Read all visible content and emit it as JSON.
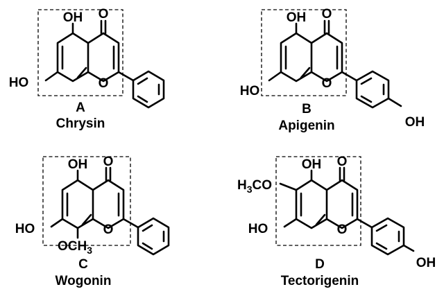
{
  "compounds": [
    {
      "letter": "A",
      "name": "Chrysin",
      "atoms": {
        "oh5": "OH",
        "o4": "O",
        "ho7": "HO",
        "o1": "O"
      }
    },
    {
      "letter": "B",
      "name": "Apigenin",
      "atoms": {
        "oh5": "OH",
        "o4": "O",
        "ho7": "HO",
        "o1": "O",
        "oh4p": "OH"
      }
    },
    {
      "letter": "C",
      "name": "Wogonin",
      "atoms": {
        "oh5": "OH",
        "o4": "O",
        "ho7": "HO",
        "o1": "O",
        "och3_o": "OCH",
        "och3_sub": "3"
      }
    },
    {
      "letter": "D",
      "name": "Tectorigenin",
      "atoms": {
        "oh5": "OH",
        "o4": "O",
        "ho7": "HO",
        "o1": "O",
        "meo_h": "H",
        "meo_sub": "3",
        "meo_co": "CO",
        "oh4p": "OH"
      }
    }
  ]
}
